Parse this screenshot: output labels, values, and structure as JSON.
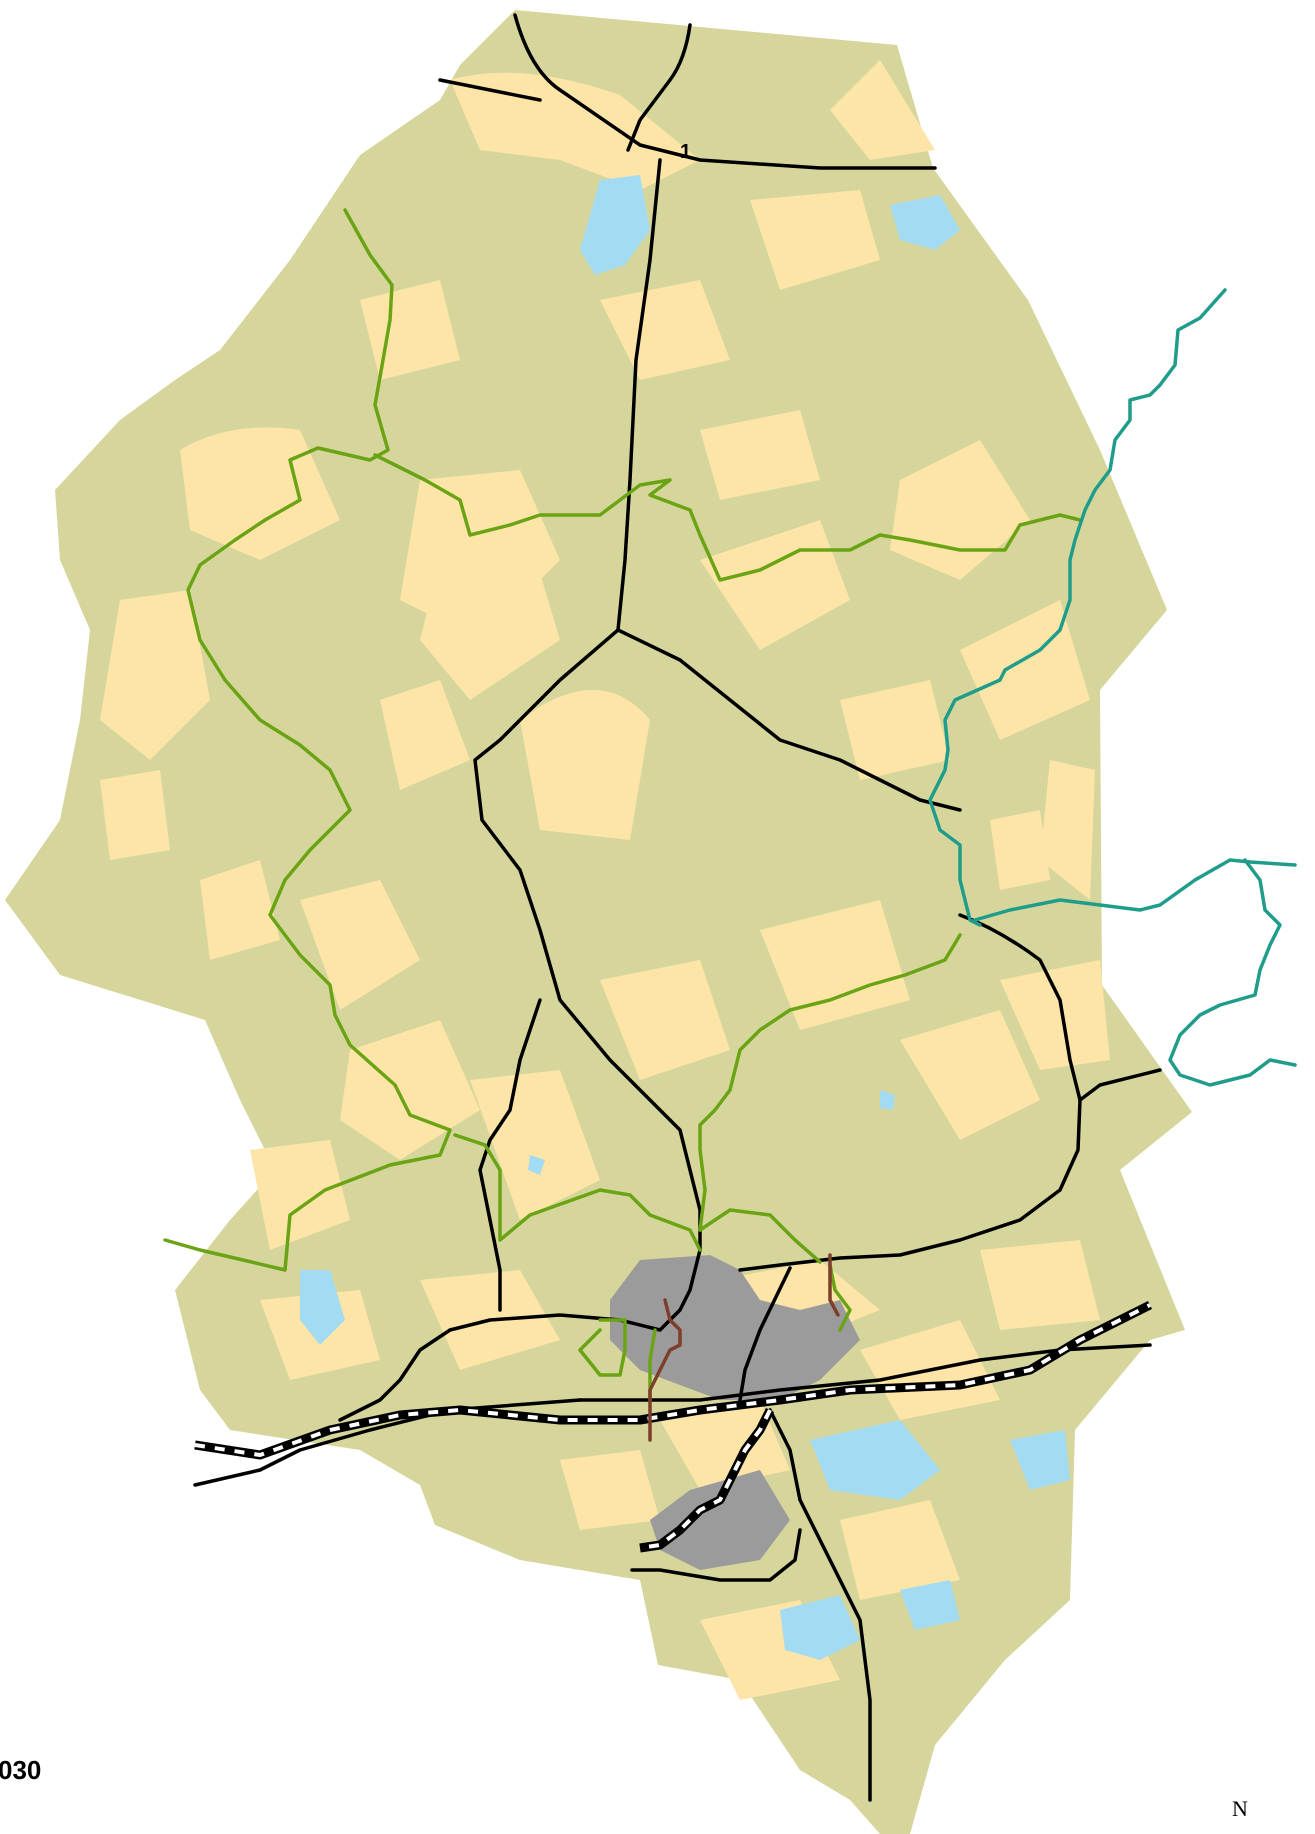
{
  "map": {
    "route_number": "1",
    "title": "030",
    "subtitle": "",
    "north_label": "N",
    "colors": {
      "forest": "#d6d69c",
      "open_land": "#fde5a8",
      "water": "#a3dcf2",
      "urban": "#9b9b9b",
      "roads": "#000000",
      "railway": "#000000",
      "green_trail": "#6aa313",
      "teal_trail": "#1f9c8a",
      "brown_trail": "#7d3f2c"
    }
  }
}
